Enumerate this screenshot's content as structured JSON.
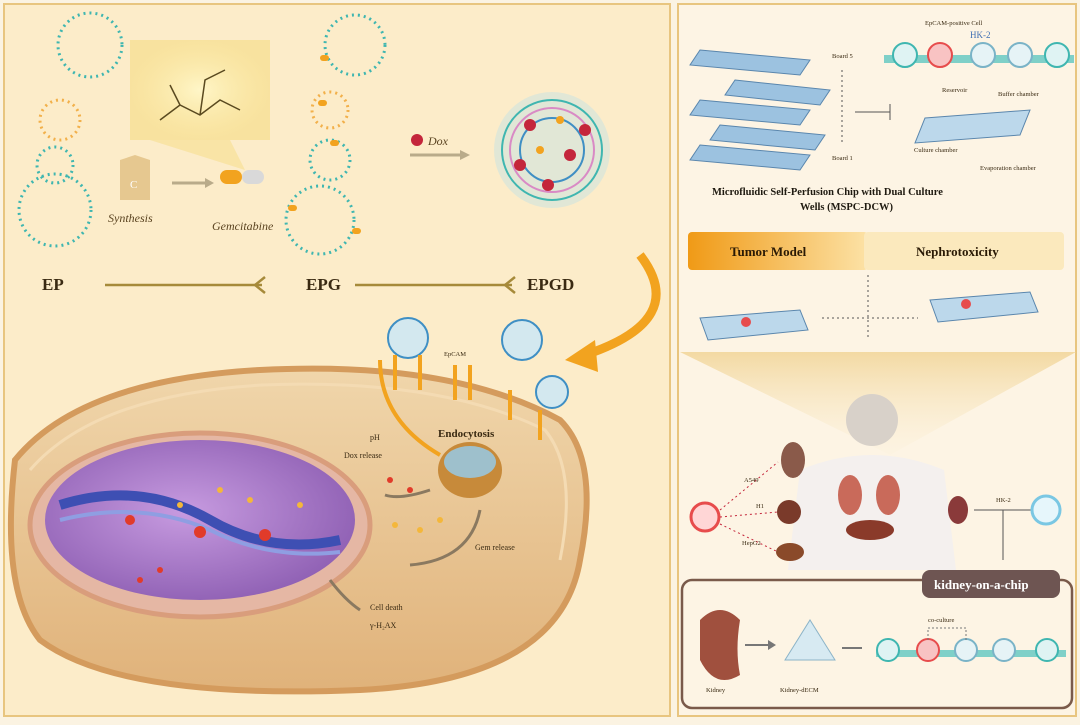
{
  "left_panel": {
    "synthesis": "Synthesis",
    "gemcitabine": "Gemcitabine",
    "dox": "Dox",
    "ep": "EP",
    "epg": "EPG",
    "epgd": "EPGD",
    "epcam": "EpCAM",
    "endocytosis": "Endocytosis",
    "ph_label": "pH",
    "dox_release": "Dox release",
    "gem_release": "Gem release",
    "cell_death": "Cell death",
    "gamma_h2ax": "γ-H₂AX"
  },
  "right_panel": {
    "board5": "Board 5",
    "board1": "Board 1",
    "reservoir": "Reservoir",
    "buffer_chamber": "Buffer chamber",
    "culture_chamber": "Culture chamber",
    "evaporation_chamber": "Evaporation chamber",
    "epcam_positive": "EpCAM-positive Cell",
    "hk2_top": "HK-2",
    "chip_title_line1": "Microfluidic Self-Perfusion Chip with Dual Culture",
    "chip_title_line2": "Wells (MSPC-DCW)",
    "tab_tumor": "Tumor Model",
    "tab_nephro": "Nephrotoxicity",
    "a549": "A549",
    "h1": "H1",
    "hepg2": "HepG2",
    "hk2_mid": "HK-2",
    "kidney_on_chip": "kidney-on-a-chip",
    "kidney": "Kidney",
    "kidney_decm": "Kidney-dECM",
    "co_culture": "co-culture"
  },
  "colors": {
    "background": "#fbf3e2",
    "accent_orange": "#f2a31f",
    "arrow_olive": "#a68a3a",
    "nucleus_purple": "#a877c6",
    "cell_tan": "#e8c99b",
    "teal_bead": "#3fb6b0"
  }
}
